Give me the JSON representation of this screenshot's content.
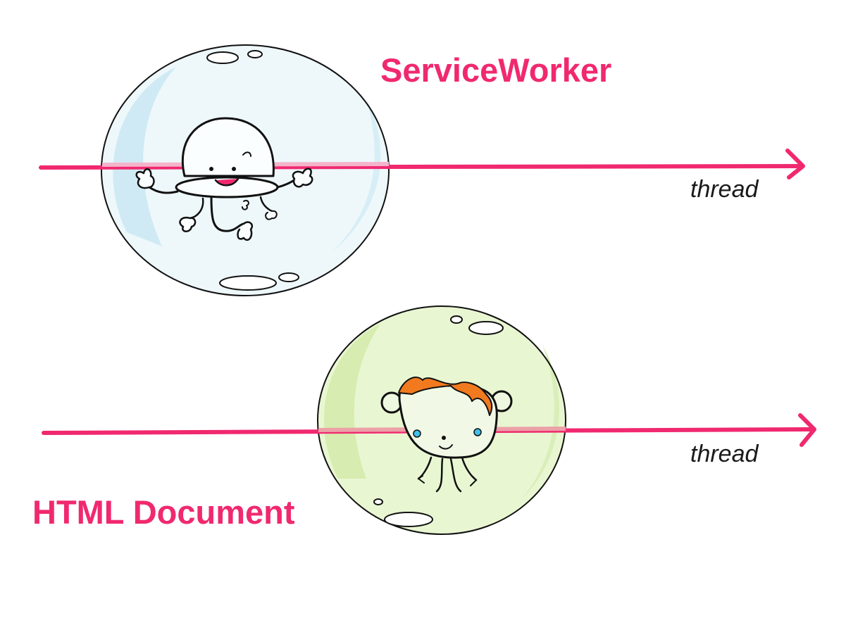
{
  "colors": {
    "accent": "#f0296f",
    "text": "#1a1a1a",
    "sw_bubble_fill": "#eef8fb",
    "sw_bubble_rim": "#c7e6f1",
    "doc_bubble_fill": "#e9f6d2",
    "doc_bubble_rim": "#cfe9a6",
    "hair": "#f27a1e",
    "eye": "#3ec0e8",
    "tongue": "#f0296f"
  },
  "service_worker": {
    "title": "ServiceWorker",
    "thread_label": "thread",
    "character_icon": "jellyfish-character-icon"
  },
  "html_document": {
    "title": "HTML Document",
    "thread_label": "thread",
    "character_icon": "bear-character-icon"
  }
}
